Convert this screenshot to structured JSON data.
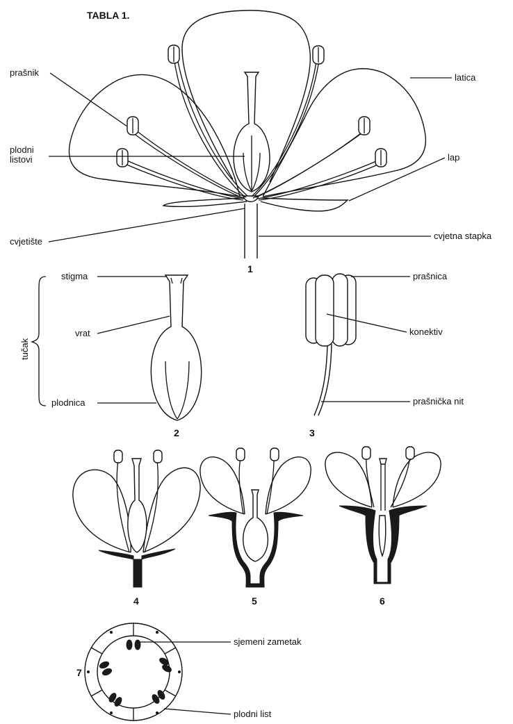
{
  "title": "TABLA 1.",
  "figure1": {
    "number": "1",
    "labels": {
      "prasnik": "prašnik",
      "plodni_listovi_1": "plodni",
      "plodni_listovi_2": "listovi",
      "cvjetiste": "cvjetište",
      "latica": "latica",
      "lap": "lap",
      "cvjetna_stapka": "cvjetna stapka"
    }
  },
  "figure2": {
    "number": "2",
    "group_label": "tučak",
    "labels": {
      "stigma": "stigma",
      "vrat": "vrat",
      "plodnica": "plodnica"
    }
  },
  "figure3": {
    "number": "3",
    "labels": {
      "prasnica": "prašnica",
      "konektiv": "konektiv",
      "prasnicka_nit": "prašnička nit"
    }
  },
  "figure4": {
    "number": "4"
  },
  "figure5": {
    "number": "5"
  },
  "figure6": {
    "number": "6"
  },
  "figure7": {
    "number": "7",
    "labels": {
      "sjemeni_zametak": "sjemeni zametak",
      "plodni_list": "plodni list"
    }
  }
}
